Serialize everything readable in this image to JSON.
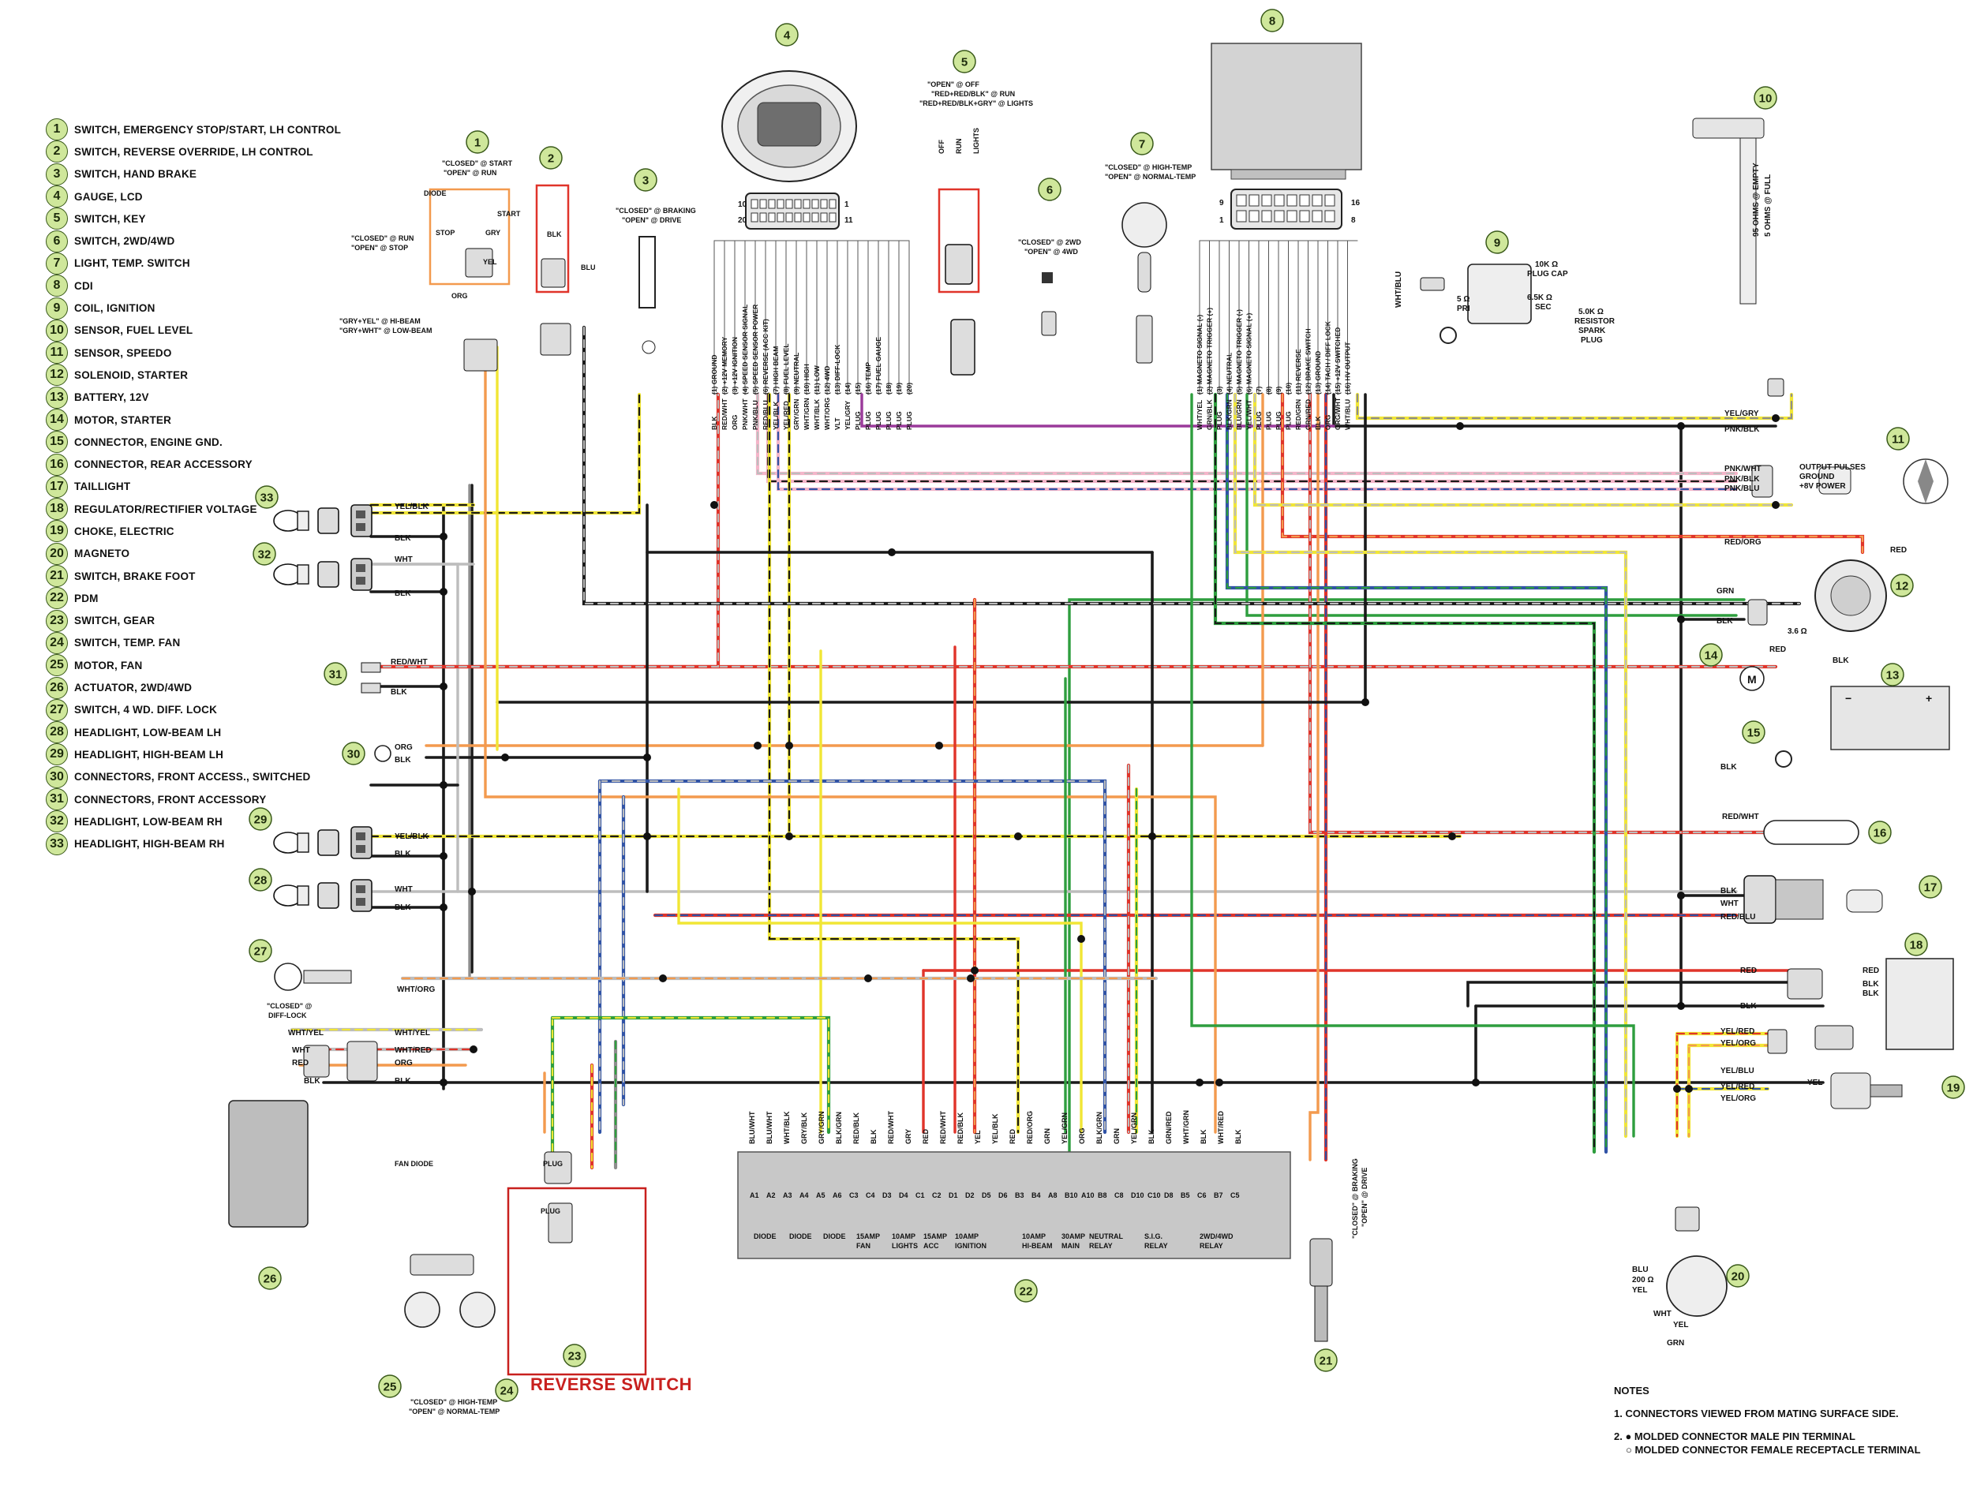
{
  "legend": [
    {
      "n": "1",
      "label": "SWITCH, EMERGENCY STOP/START, LH CONTROL"
    },
    {
      "n": "2",
      "label": "SWITCH, REVERSE OVERRIDE, LH CONTROL"
    },
    {
      "n": "3",
      "label": "SWITCH, HAND BRAKE"
    },
    {
      "n": "4",
      "label": "GAUGE, LCD"
    },
    {
      "n": "5",
      "label": "SWITCH, KEY"
    },
    {
      "n": "6",
      "label": "SWITCH, 2WD/4WD"
    },
    {
      "n": "7",
      "label": "LIGHT, TEMP. SWITCH"
    },
    {
      "n": "8",
      "label": "CDI"
    },
    {
      "n": "9",
      "label": "COIL, IGNITION"
    },
    {
      "n": "10",
      "label": "SENSOR, FUEL LEVEL"
    },
    {
      "n": "11",
      "label": "SENSOR, SPEEDO"
    },
    {
      "n": "12",
      "label": "SOLENOID, STARTER"
    },
    {
      "n": "13",
      "label": "BATTERY, 12V"
    },
    {
      "n": "14",
      "label": "MOTOR, STARTER"
    },
    {
      "n": "15",
      "label": "CONNECTOR, ENGINE GND."
    },
    {
      "n": "16",
      "label": "CONNECTOR, REAR ACCESSORY"
    },
    {
      "n": "17",
      "label": "TAILLIGHT"
    },
    {
      "n": "18",
      "label": "REGULATOR/RECTIFIER VOLTAGE"
    },
    {
      "n": "19",
      "label": "CHOKE, ELECTRIC"
    },
    {
      "n": "20",
      "label": "MAGNETO"
    },
    {
      "n": "21",
      "label": "SWITCH, BRAKE FOOT"
    },
    {
      "n": "22",
      "label": "PDM"
    },
    {
      "n": "23",
      "label": "SWITCH, GEAR"
    },
    {
      "n": "24",
      "label": "SWITCH, TEMP. FAN"
    },
    {
      "n": "25",
      "label": "MOTOR, FAN"
    },
    {
      "n": "26",
      "label": "ACTUATOR, 2WD/4WD"
    },
    {
      "n": "27",
      "label": "SWITCH, 4 WD. DIFF. LOCK"
    },
    {
      "n": "28",
      "label": "HEADLIGHT, LOW-BEAM LH"
    },
    {
      "n": "29",
      "label": "HEADLIGHT, HIGH-BEAM LH"
    },
    {
      "n": "30",
      "label": "CONNECTORS, FRONT ACCESS., SWITCHED"
    },
    {
      "n": "31",
      "label": "CONNECTORS, FRONT ACCESSORY"
    },
    {
      "n": "32",
      "label": "HEADLIGHT, LOW-BEAM RH"
    },
    {
      "n": "33",
      "label": "HEADLIGHT, HIGH-BEAM RH"
    }
  ],
  "notes": {
    "title": "NOTES",
    "n1": "1. CONNECTORS VIEWED FROM MATING SURFACE SIDE.",
    "n2a": "2. ● MOLDED CONNECTOR MALE PIN TERMINAL",
    "n2b": "○ MOLDED CONNECTOR FEMALE RECEPTACLE TERMINAL"
  },
  "reverse_label": "REVERSE SWITCH",
  "captions": {
    "c1": "\"CLOSED\" @ START",
    "c1b": "\"OPEN\" @ RUN",
    "c1c": "\"CLOSED\" @ RUN",
    "c1d": "\"OPEN\" @ STOP",
    "c3": "\"CLOSED\" @ BRAKING",
    "c3b": "\"OPEN\" @ DRIVE",
    "c5": "\"OPEN\" @ OFF",
    "c5b": "\"RED+RED/BLK\" @ RUN",
    "c5c": "\"RED+RED/BLK+GRY\" @ LIGHTS",
    "c6": "\"CLOSED\" @ 2WD",
    "c6b": "\"OPEN\" @ 4WD",
    "c7": "\"CLOSED\" @ HIGH-TEMP",
    "c7b": "\"OPEN\" @ NORMAL-TEMP",
    "hb": "\"GRY+YEL\" @ HI-BEAM",
    "lb": "\"GRY+WHT\" @ LOW-BEAM",
    "c27": "\"CLOSED\" @",
    "c27b": "DIFF-LOCK",
    "c24": "\"CLOSED\" @ HIGH-TEMP",
    "c24b": "\"OPEN\" @ NORMAL-TEMP",
    "c21": "\"CLOSED\" @ BRAKING",
    "c21b": "\"OPEN\" @ DRIVE",
    "coil_cap": "10K Ω",
    "coil_cap2": "PLUG CAP",
    "coil_sec": "6.5K Ω",
    "coil_sec2": "SEC",
    "coil_res": "5.0K Ω",
    "coil_res2": "RESISTOR",
    "coil_res3": "SPARK",
    "coil_res4": "PLUG",
    "coil_pri": "5 Ω",
    "coil_pri2": "PRI",
    "fuel1": "95 OHMS @ EMPTY",
    "fuel2": "5 OHMS @ FULL",
    "speedo1": "OUTPUT PULSES",
    "speedo2": "GROUND",
    "speedo3": "+8V POWER",
    "starter_res": "3.6 Ω",
    "mag_res": "200 Ω",
    "fan_diode": "FAN DIODE"
  },
  "gauge_pins": [
    "(1) GROUND",
    "(2) +12V MEMORY",
    "(3) +12V IGNITION",
    "(4) SPEED SENSOR SIGNAL",
    "(5) SPEED SENSOR POWER",
    "(6) REVERSE (ACC KIT)",
    "(7) HIGH BEAM",
    "(8) FUEL LEVEL",
    "(9) NEUTRAL",
    "(10) HIGH",
    "(11) LOW",
    "(12) 4WD",
    "(13) DIFF-LOCK",
    "(14)",
    "(15)",
    "(16) TEMP",
    "(17) FUEL GAUGE",
    "(18)",
    "(19)",
    "(20)"
  ],
  "gauge_wires": [
    "BLK",
    "RED/WHT",
    "ORG",
    "PNK/WHT",
    "PNK/BLU",
    "RED/BLU",
    "YEL/BLK",
    "YEL/RED",
    "GRY/GRN",
    "WHT/GRN",
    "WHT/BLK",
    "WHT/ORG",
    "VLT",
    "YEL/GRY",
    "PLUG",
    "PLUG",
    "PLUG",
    "PLUG",
    "PLUG",
    "PLUG"
  ],
  "cdi_pins": [
    "(1) MAGNETO SIGNAL (-)",
    "(2) MAGNETO TRIGGER (+)",
    "(3)",
    "(4) NEUTRAL",
    "(5) MAGNETO TRIGGER (-)",
    "(6) MAGNETO SIGNAL (+)",
    "(7)",
    "(8)",
    "(9)",
    "(10)",
    "(11) REVERSE",
    "(12) BRAKE SWITCH",
    "(13) GROUND",
    "(14) TACH / DIFF LOCK",
    "(15) +12V SWITCHED",
    "(16) HV OUTPUT"
  ],
  "cdi_wires": [
    "WHT/YEL",
    "GRN/BLK",
    "PLUG",
    "BLK/GRN",
    "BLU/GRN",
    "YEL/WHT",
    "PLUG",
    "PLUG",
    "PLUG",
    "PLUG",
    "RED/GRN",
    "GRN/RED",
    "BLK",
    "ORG",
    "ORG/WHT",
    "WHT/BLU"
  ],
  "pdm": {
    "groups": [
      "DIODE",
      "DIODE",
      "DIODE",
      "15AMP FAN",
      "10AMP LIGHTS",
      "15AMP ACC",
      "10AMP IGNITION",
      "10AMP HI-BEAM",
      "30AMP MAIN",
      "NEUTRAL RELAY",
      "S.I.G. RELAY",
      "2WD/4WD RELAY"
    ],
    "pins": [
      "A1",
      "A2",
      "A3",
      "A4",
      "A5",
      "A6",
      "C3",
      "C4",
      "D3",
      "D4",
      "C1",
      "C2",
      "D1",
      "D2",
      "D5",
      "D6",
      "B3",
      "B4",
      "A8",
      "B10",
      "A10",
      "B8",
      "C8",
      "D10",
      "C10",
      "D8",
      "B5",
      "C6",
      "B7",
      "C5"
    ],
    "wires": [
      "BLU/WHT",
      "BLU/WHT",
      "WHT/BLK",
      "GRY/BLK",
      "GRY/GRN",
      "BLK/GRN",
      "RED/BLK",
      "BLK",
      "RED/WHT",
      "GRY",
      "RED",
      "RED/WHT",
      "RED/BLK",
      "YEL",
      "YEL/BLK",
      "RED",
      "RED/ORG",
      "GRN",
      "YEL/GRN",
      "ORG",
      "BLK/GRN",
      "GRN",
      "YEL/GRN",
      "BLK",
      "GRN/RED",
      "WHT/GRN",
      "BLK",
      "WHT/RED",
      "BLK"
    ]
  },
  "wire_labels": {
    "w33a": "YEL/BLK",
    "w33b": "BLK",
    "w32a": "WHT",
    "w32b": "BLK",
    "w31a": "RED/WHT",
    "w31b": "BLK",
    "w30a": "ORG",
    "w30b": "BLK",
    "w29a": "YEL/BLK",
    "w29b": "BLK",
    "w28a": "WHT",
    "w28b": "BLK",
    "w27": "WHT/ORG",
    "w26a": "WHT/YEL",
    "w26b": "WHT",
    "w26c": "RED",
    "w26d": "BLK",
    "w26e": "WHT/YEL",
    "w26f": "WHT/RED",
    "w26g": "ORG",
    "w26h": "BLK",
    "r10a": "YEL/GRY",
    "r10b": "PNK/BLK",
    "r11a": "PNK/WHT",
    "r11b": "PNK/BLK",
    "r11c": "PNK/BLU",
    "r12a": "RED/ORG",
    "r12b": "RED",
    "r12c": "GRN",
    "r12d": "BLK",
    "r14": "RED",
    "r13": "BLK",
    "r15": "BLK",
    "r16": "RED/WHT",
    "r17a": "BLK",
    "r17b": "WHT",
    "r17c": "RED/BLU",
    "r18a": "RED",
    "r18b": "RED",
    "r18c": "BLK",
    "r18d": "BLK",
    "r18e": "BLK",
    "r19a": "YEL/RED",
    "r19b": "YEL/ORG",
    "r19c": "YEL/BLU",
    "r19d": "YEL/RED",
    "r19e": "YEL/ORG",
    "r19f": "YEL",
    "r20a": "BLU",
    "r20b": "YEL",
    "r20c": "WHT",
    "r20d": "YEL",
    "r20e": "GRN",
    "coil_in": "WHT/BLU",
    "diode": "DIODE",
    "stop": "STOP",
    "start": "START",
    "org": "ORG",
    "yel": "YEL",
    "gry": "GRY",
    "blk": "BLK",
    "blu": "BLU",
    "t23": "PLUG",
    "t23b": "PLUG",
    "key_off": "OFF",
    "key_run": "RUN",
    "key_lights": "LIGHTS"
  },
  "numbers": [
    "1",
    "2",
    "3",
    "4",
    "5",
    "6",
    "7",
    "8",
    "9",
    "10",
    "11",
    "12",
    "13",
    "14",
    "15",
    "16",
    "17",
    "18",
    "19",
    "20",
    "21",
    "22",
    "23",
    "24",
    "25",
    "26",
    "27",
    "28",
    "29",
    "30",
    "31",
    "32",
    "33"
  ]
}
